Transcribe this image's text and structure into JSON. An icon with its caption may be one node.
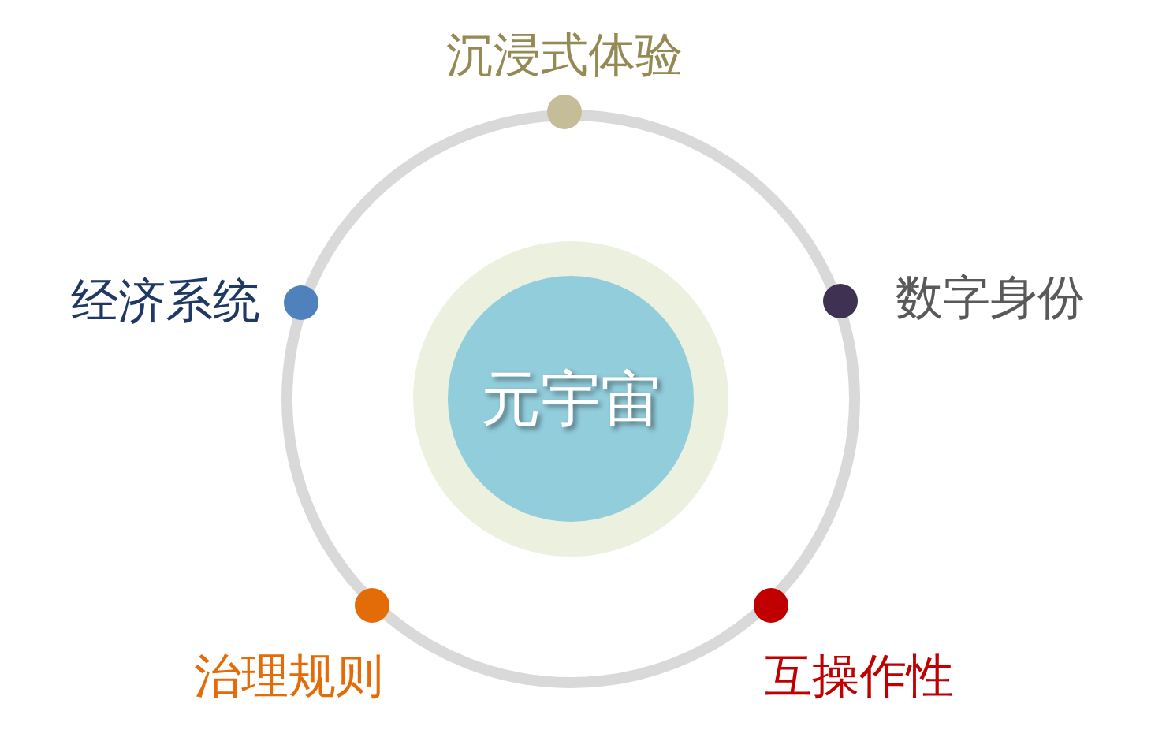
{
  "diagram": {
    "nodes": [
      {
        "text": [
          "元宇宙"
        ]
      },
      {
        "text": [],
        "shape": "circle",
        "beside": [
          "沉浸式体验"
        ]
      },
      {
        "text": [],
        "shape": "circle",
        "beside": [
          "经济系统"
        ]
      },
      {
        "text": [],
        "shape": "circle",
        "beside": [
          "数字身份"
        ]
      },
      {
        "text": [],
        "shape": "circle",
        "beside": [
          "治理规则"
        ]
      },
      {
        "text": [],
        "shape": "circle",
        "beside": [
          "互操作性"
        ]
      }
    ]
  }
}
